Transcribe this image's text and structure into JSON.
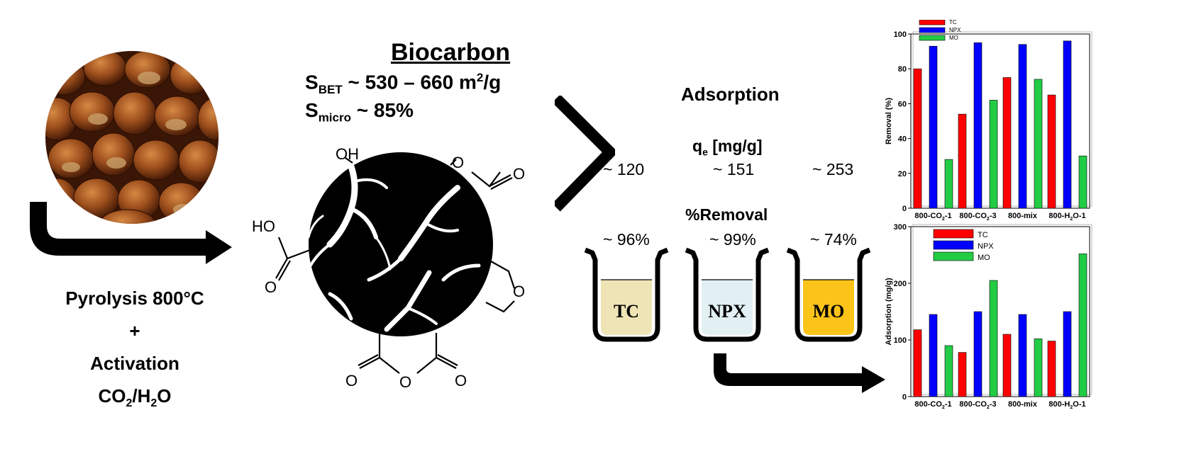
{
  "biocarbon": {
    "title": "Biocarbon",
    "sbet_s": "S",
    "sbet_sub": "BET",
    "sbet_value": " ~ 530 – 660 m",
    "sbet_sup": "2",
    "sbet_unit": "/g",
    "smicro_s": "S",
    "smicro_sub": "micro",
    "smicro_value": " ~ 85%"
  },
  "structure_labels": {
    "oh": "OH",
    "ho": "HO",
    "o": "O"
  },
  "process": {
    "pyrolysis": "Pyrolysis 800°C",
    "plus": "+",
    "activation": "Activation",
    "co2_a": "CO",
    "co2_sub": "2",
    "slash": "/H",
    "h2o_sub": "2",
    "o": "O"
  },
  "adsorption": {
    "title": "Adsorption",
    "qe_q": "q",
    "qe_sub": "e",
    "qe_unit": " [mg/g]",
    "values": [
      "~ 120",
      "~ 151",
      "~ 253"
    ]
  },
  "removal": {
    "title": "%Removal",
    "values": [
      "~ 96%",
      "~ 99%",
      "~ 74%"
    ]
  },
  "beakers": [
    {
      "label": "TC",
      "color": "#efe4b6"
    },
    {
      "label": "NPX",
      "color": "#e2f0f4"
    },
    {
      "label": "MO",
      "color": "#fcc419"
    }
  ],
  "colors": {
    "TC": "#ff0000",
    "NPX": "#0000ff",
    "MO": "#22cc44"
  },
  "chart_data": [
    {
      "type": "bar",
      "categories": [
        "800-CO2-1",
        "800-CO2-3",
        "800-mix",
        "800-H2O-1"
      ],
      "category_labels": [
        "800-CO",
        "800-CO",
        "800-mix",
        "800-H"
      ],
      "category_subs": [
        "2",
        "2",
        "",
        "2"
      ],
      "category_suffix": [
        "-1",
        "-3",
        "",
        "O-1"
      ],
      "series": [
        {
          "name": "TC",
          "values": [
            80,
            54,
            75,
            65
          ]
        },
        {
          "name": "NPX",
          "values": [
            93,
            95,
            94,
            96
          ]
        },
        {
          "name": "MO",
          "values": [
            28,
            62,
            74,
            30
          ]
        }
      ],
      "ylabel": "Removal (%)",
      "ylim": [
        0,
        100
      ],
      "yticks": [
        "0",
        "20",
        "40",
        "60",
        "80",
        "100"
      ],
      "legend": "top-left"
    },
    {
      "type": "bar",
      "categories": [
        "800-CO2-1",
        "800-CO2-3",
        "800-mix",
        "800-H2O-1"
      ],
      "category_labels": [
        "800-CO",
        "800-CO",
        "800-mix",
        "800-H"
      ],
      "category_subs": [
        "2",
        "2",
        "",
        "2"
      ],
      "category_suffix": [
        "-1",
        "-3",
        "",
        "O-1"
      ],
      "series": [
        {
          "name": "TC",
          "values": [
            118,
            78,
            110,
            98
          ]
        },
        {
          "name": "NPX",
          "values": [
            145,
            150,
            145,
            150
          ]
        },
        {
          "name": "MO",
          "values": [
            90,
            205,
            102,
            252
          ]
        }
      ],
      "ylabel": "Adsorption (mg/g)",
      "ylim": [
        0,
        300
      ],
      "yticks": [
        "0",
        "100",
        "200",
        "300"
      ],
      "legend": "top-left"
    }
  ]
}
